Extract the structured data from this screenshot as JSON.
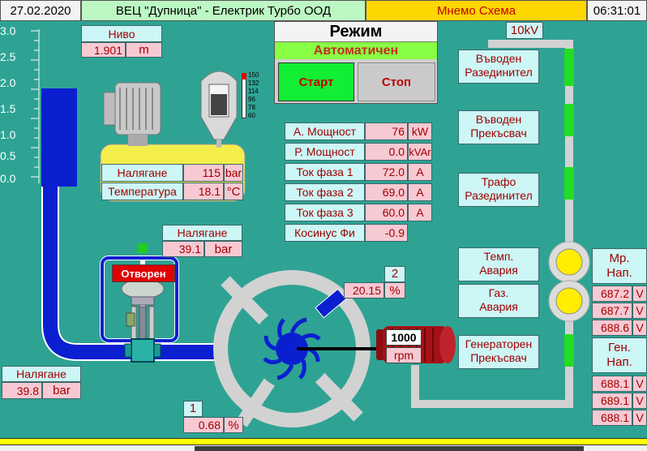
{
  "header": {
    "date": "27.02.2020",
    "title": "ВЕЦ \"Дупница\" - Електрик Турбо ООД",
    "screen": "Мнемо Схема",
    "time": "06:31:01"
  },
  "scale": {
    "ticks": [
      "3.0",
      "2.5",
      "2.0",
      "1.5",
      "1.0",
      "0.5",
      "0.0"
    ]
  },
  "level": {
    "label": "Ниво",
    "value": "1.901",
    "unit": "m",
    "fill_fraction": 0.63
  },
  "tank": {
    "pressure_label": "Налягане",
    "pressure_value": "115",
    "pressure_unit": "bar",
    "temp_label": "Температура",
    "temp_value": "18.1",
    "temp_unit": "°C",
    "gauge_ticks": [
      "150",
      "132",
      "114",
      "96",
      "78",
      "60"
    ]
  },
  "mode": {
    "title": "Режим",
    "value": "Автоматичен",
    "start": "Старт",
    "stop": "Стоп"
  },
  "voltage_label": "10kV",
  "measurements": [
    {
      "label": "А. Мощност",
      "value": "76",
      "unit": "kW"
    },
    {
      "label": "Р. Мощност",
      "value": "0.0",
      "unit": "kVAr"
    },
    {
      "label": "Ток фаза 1",
      "value": "72.0",
      "unit": "A"
    },
    {
      "label": "Ток фаза 2",
      "value": "69.0",
      "unit": "A"
    },
    {
      "label": "Ток фаза 3",
      "value": "60.0",
      "unit": "A"
    },
    {
      "label": "Косинус Фи",
      "value": "-0.9",
      "unit": ""
    }
  ],
  "switches": {
    "sw1_line1": "Въводен",
    "sw1_line2": "Разединител",
    "sw2_line1": "Въводен",
    "sw2_line2": "Прекъсвач",
    "sw3_line1": "Трафо",
    "sw3_line2": "Разединител",
    "temp_alarm_l1": "Темп.",
    "temp_alarm_l2": "Авария",
    "gas_alarm_l1": "Газ.",
    "gas_alarm_l2": "Авария",
    "gen_breaker_l1": "Генераторен",
    "gen_breaker_l2": "Прекъсвач"
  },
  "grid_voltage": {
    "label_l1": "Мр.",
    "label_l2": "Нап.",
    "values": [
      "687.2",
      "687.7",
      "688.6"
    ],
    "unit": "V"
  },
  "gen_voltage": {
    "label_l1": "Ген.",
    "label_l2": "Нап.",
    "values": [
      "688.1",
      "689.1",
      "688.1"
    ],
    "unit": "V"
  },
  "valve": {
    "pressure_label": "Налягане",
    "pressure_value": "39.1",
    "pressure_unit": "bar",
    "status": "Отворен"
  },
  "inlet": {
    "pressure_label": "Налягане",
    "pressure_value": "39.8",
    "pressure_unit": "bar"
  },
  "guide_vane": {
    "index": "2",
    "value": "20.15",
    "unit": "%"
  },
  "nozzle": {
    "index": "1",
    "value": "0.68",
    "unit": "%"
  },
  "generator": {
    "speed": "1000",
    "unit": "rpm"
  },
  "colors": {
    "background": "#2ea394",
    "pipe": "#0a1fd0",
    "tank_yellow": "#f4ee4c",
    "green_seg": "#22dd22",
    "start_green": "#11ee33",
    "alarm_red": "#e00000"
  }
}
